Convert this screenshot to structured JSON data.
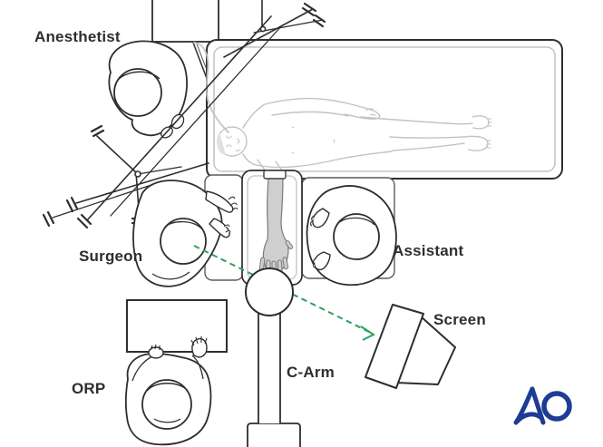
{
  "diagram": {
    "title_context": "Operating room setup diagram",
    "labels": {
      "anesthetist": "Anesthetist",
      "surgeon": "Surgeon",
      "assistant": "Assistant",
      "orp": "ORP",
      "c_arm": "C-Arm",
      "screen": "Screen"
    },
    "logo": {
      "text": "AO"
    },
    "colors": {
      "ink": "#2e2e2e",
      "patient": "#c3c3c3",
      "arrow": "#2ba15c",
      "logo": "#1d3c94"
    }
  }
}
